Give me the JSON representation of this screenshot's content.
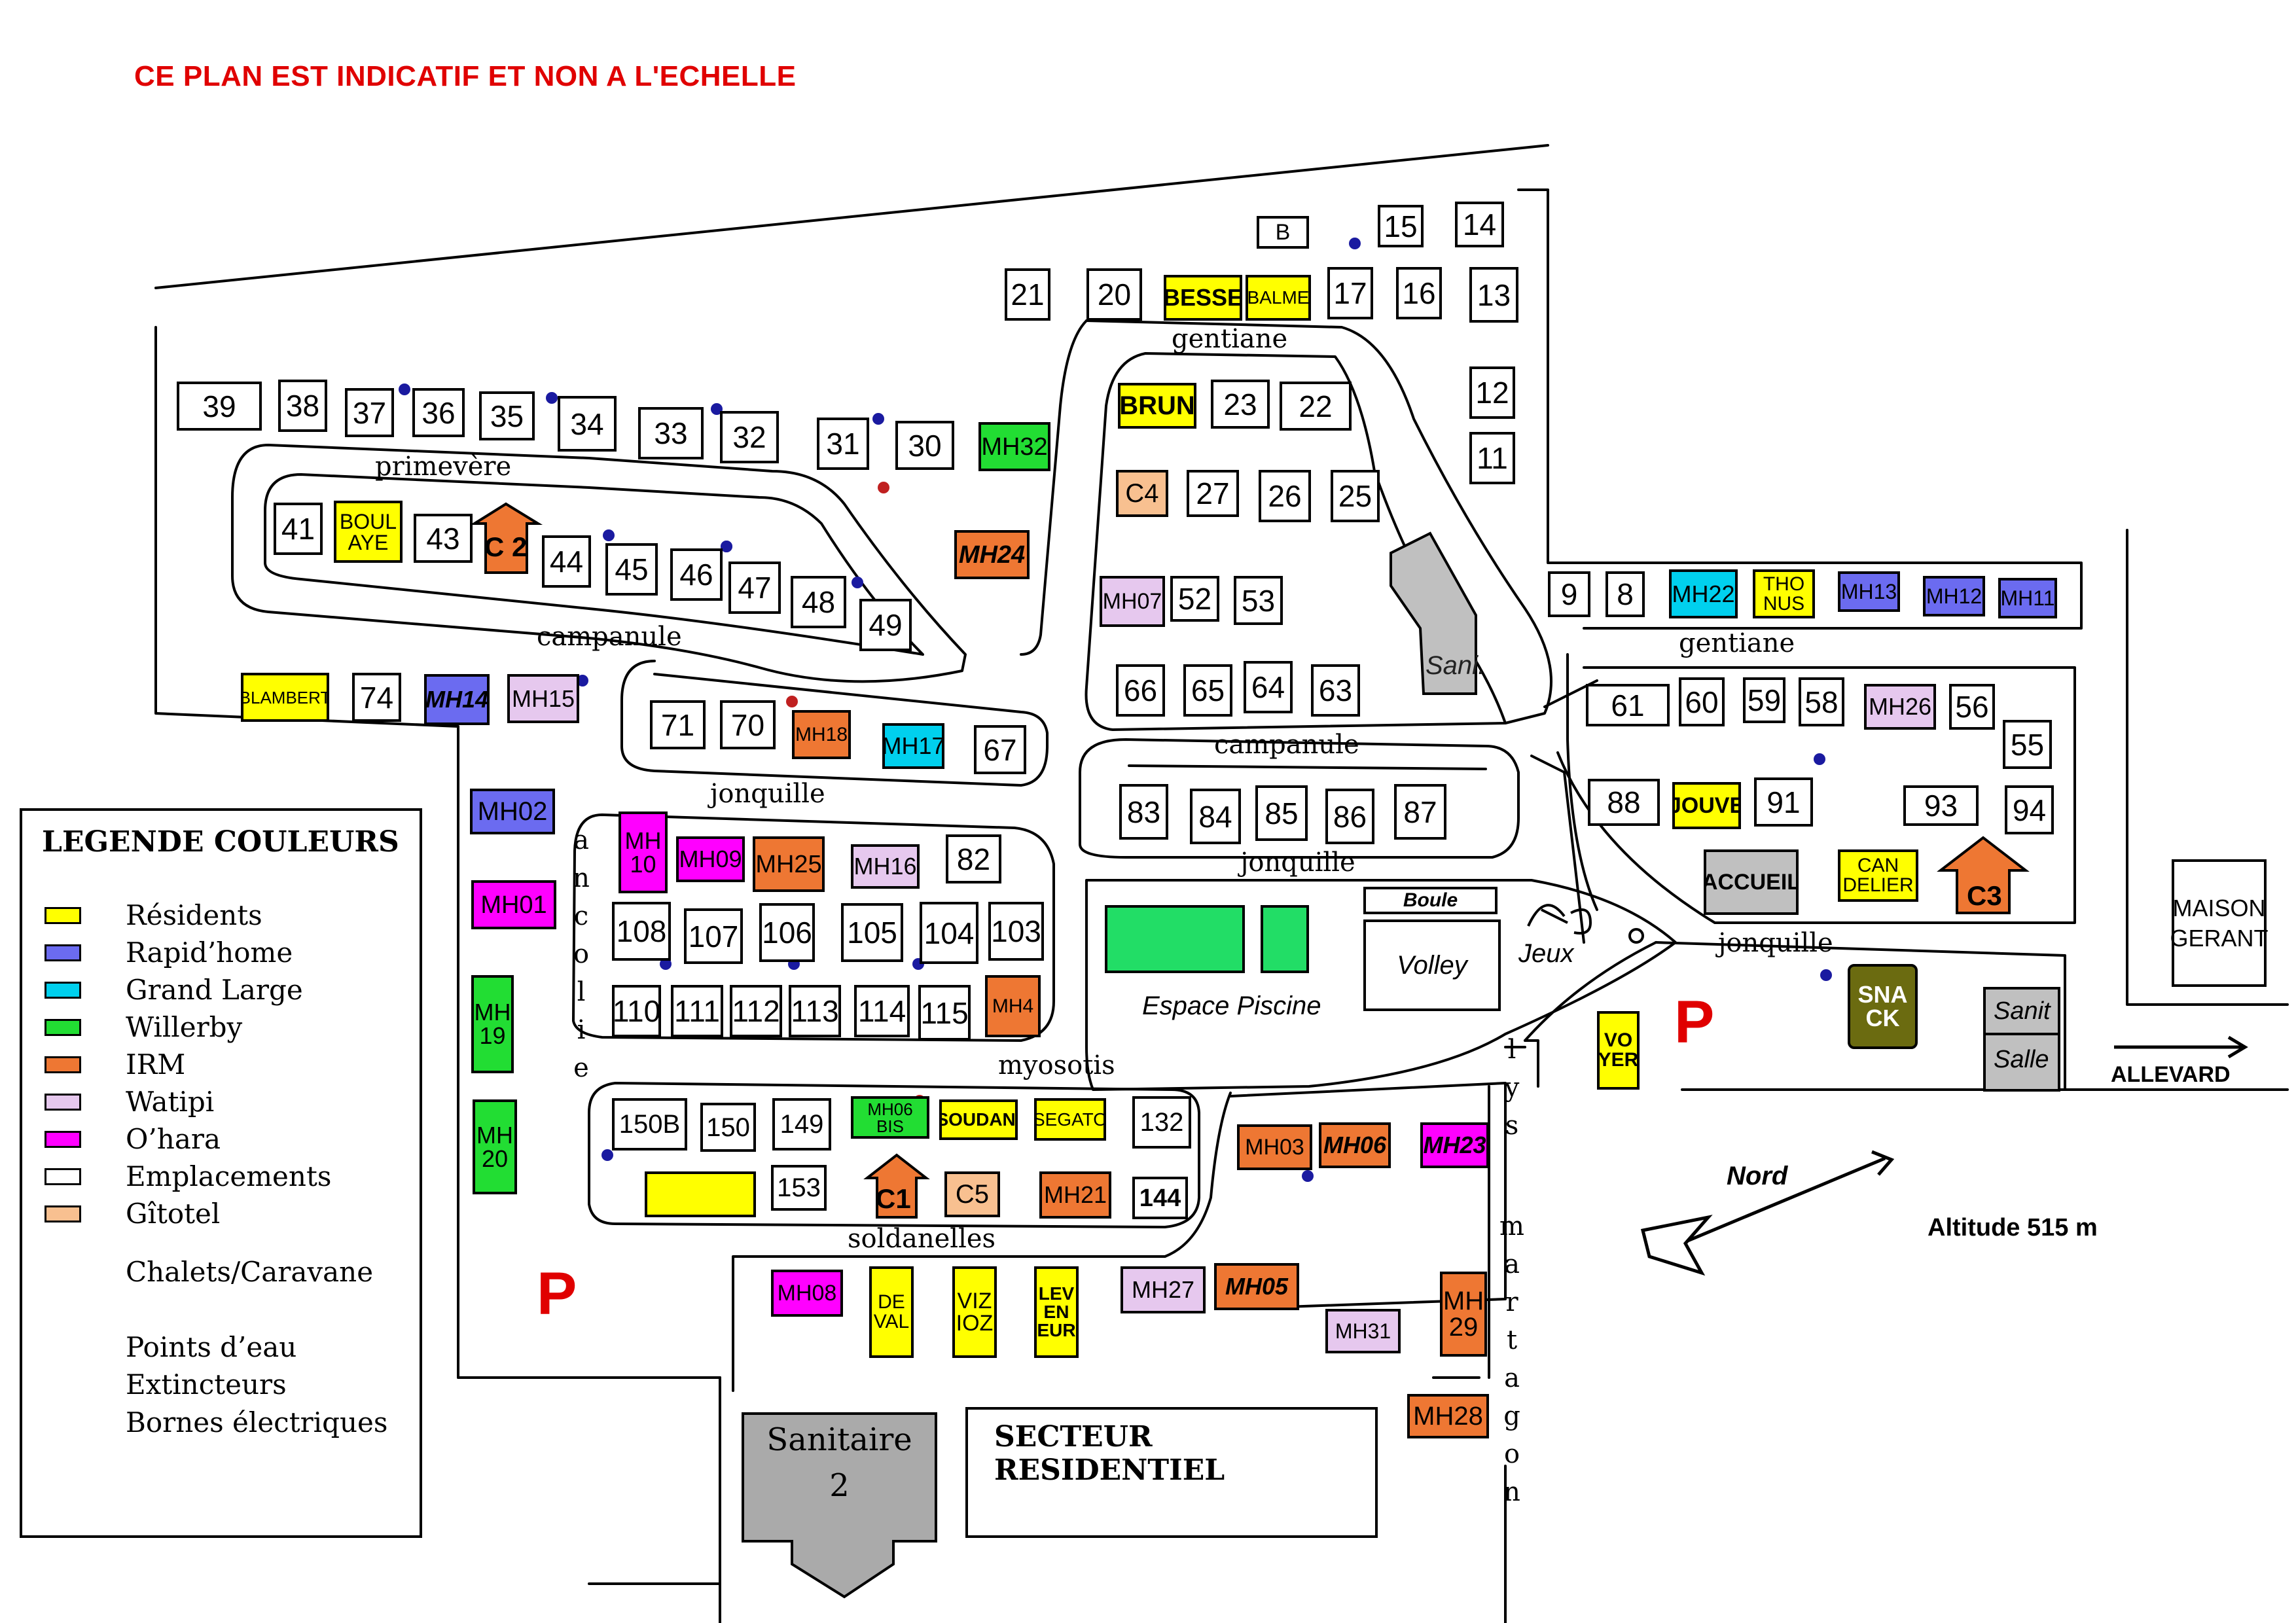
{
  "title": "CE PLAN EST INDICATIF ET NON A L'ECHELLE",
  "colors": {
    "residents": "#ffff00",
    "rapid_home": "#6b6bf0",
    "grand_large": "#00d0ee",
    "willerby": "#22dd33",
    "irm": "#ee7733",
    "watipi": "#e6c8ee",
    "ohara": "#ff00ff",
    "emplacements": "#ffffff",
    "gitotel": "#f8c090",
    "gris": "#c0c0c0",
    "olive": "#6b6b10",
    "red": "#e00000"
  },
  "legend": {
    "title": "LEGENDE COULEURS",
    "items": [
      {
        "label": "Résidents",
        "color": "#ffff00"
      },
      {
        "label": "Rapid’home",
        "color": "#6b6bf0"
      },
      {
        "label": "Grand Large",
        "color": "#00d0ee"
      },
      {
        "label": "Willerby",
        "color": "#22dd33"
      },
      {
        "label": "IRM",
        "color": "#ee7733"
      },
      {
        "label": "Watipi",
        "color": "#e6c8ee"
      },
      {
        "label": "O’hara",
        "color": "#ff00ff"
      },
      {
        "label": "Emplacements",
        "color": "#ffffff"
      },
      {
        "label": "Gîtotel",
        "color": "#f8c090"
      }
    ],
    "chalets_label": "Chalets/Caravane",
    "water_label": "Points d’eau",
    "extinguisher_label": "Extincteurs",
    "electric_label": "Bornes électriques"
  },
  "streets": {
    "gentiane_top": "gentiane",
    "gentiane_right": "gentiane",
    "primevere": "primevère",
    "campanule_left": "campanule",
    "campanule_mid": "campanule",
    "jonquille_left": "jonquille",
    "jonquille_mid": "jonquille",
    "jonquille_right": "jonquille",
    "myosotis": "myosotis",
    "soldanelles": "soldanelles"
  },
  "vertical_streets": {
    "ancolie": [
      "a",
      "n",
      "c",
      "o",
      "l",
      "i",
      "e"
    ],
    "lys": [
      "l",
      "y",
      "s"
    ],
    "martagon": [
      "m",
      "a",
      "r",
      "t",
      "a",
      "g",
      "o",
      "n"
    ]
  },
  "parking": "P",
  "facilities": {
    "espace_piscine": "Espace Piscine",
    "boule": "Boule",
    "volley": "Volley",
    "jeux": "Jeux",
    "sanitaire_2": "Sanitaire\n2",
    "secteur": "SECTEUR RESIDENTIEL",
    "maison_gerant": "MAISON\nGERANT",
    "allevard": "ALLEVARD",
    "nord": "Nord",
    "altitude": "Altitude 515 m",
    "sanit": "Sanit",
    "salle": "Salle",
    "sani": "Sani."
  },
  "chalets": [
    {
      "id": "c2",
      "label": "C 2"
    },
    {
      "id": "c1",
      "label": "C1"
    },
    {
      "id": "c3",
      "label": "C3"
    }
  ],
  "lots": [
    {
      "label": "B",
      "type": "emplacements"
    },
    {
      "label": "15",
      "type": "emplacements"
    },
    {
      "label": "14",
      "type": "emplacements"
    },
    {
      "label": "21",
      "type": "emplacements"
    },
    {
      "label": "20",
      "type": "emplacements"
    },
    {
      "label": "BESSE",
      "type": "residents"
    },
    {
      "label": "BALME",
      "type": "residents"
    },
    {
      "label": "17",
      "type": "emplacements"
    },
    {
      "label": "16",
      "type": "emplacements"
    },
    {
      "label": "13",
      "type": "emplacements"
    },
    {
      "label": "39",
      "type": "emplacements"
    },
    {
      "label": "38",
      "type": "emplacements"
    },
    {
      "label": "37",
      "type": "emplacements"
    },
    {
      "label": "36",
      "type": "emplacements"
    },
    {
      "label": "35",
      "type": "emplacements"
    },
    {
      "label": "34",
      "type": "emplacements"
    },
    {
      "label": "33",
      "type": "emplacements"
    },
    {
      "label": "32",
      "type": "emplacements"
    },
    {
      "label": "31",
      "type": "emplacements"
    },
    {
      "label": "30",
      "type": "emplacements"
    },
    {
      "label": "MH32",
      "type": "willerby"
    },
    {
      "label": "BRUN",
      "type": "residents"
    },
    {
      "label": "23",
      "type": "emplacements"
    },
    {
      "label": "22",
      "type": "emplacements"
    },
    {
      "label": "12",
      "type": "emplacements"
    },
    {
      "label": "11",
      "type": "emplacements"
    },
    {
      "label": "41",
      "type": "emplacements"
    },
    {
      "label": "BOUL\nAYE",
      "type": "residents"
    },
    {
      "label": "43",
      "type": "emplacements"
    },
    {
      "label": "44",
      "type": "emplacements"
    },
    {
      "label": "45",
      "type": "emplacements"
    },
    {
      "label": "46",
      "type": "emplacements"
    },
    {
      "label": "47",
      "type": "emplacements"
    },
    {
      "label": "48",
      "type": "emplacements"
    },
    {
      "label": "49",
      "type": "emplacements"
    },
    {
      "label": "MH24",
      "type": "irm"
    },
    {
      "label": "C4",
      "type": "gitotel"
    },
    {
      "label": "27",
      "type": "emplacements"
    },
    {
      "label": "26",
      "type": "emplacements"
    },
    {
      "label": "25",
      "type": "emplacements"
    },
    {
      "label": "MH07",
      "type": "watipi"
    },
    {
      "label": "52",
      "type": "emplacements"
    },
    {
      "label": "53",
      "type": "emplacements"
    },
    {
      "label": "9",
      "type": "emplacements"
    },
    {
      "label": "8",
      "type": "emplacements"
    },
    {
      "label": "MH22",
      "type": "grand_large"
    },
    {
      "label": "THO\nNUS",
      "type": "residents"
    },
    {
      "label": "MH13",
      "type": "rapid_home"
    },
    {
      "label": "MH12",
      "type": "rapid_home"
    },
    {
      "label": "MH11",
      "type": "rapid_home"
    },
    {
      "label": "BLAMBERT",
      "type": "residents"
    },
    {
      "label": "74",
      "type": "emplacements"
    },
    {
      "label": "MH14",
      "type": "rapid_home"
    },
    {
      "label": "MH15",
      "type": "watipi"
    },
    {
      "label": "71",
      "type": "emplacements"
    },
    {
      "label": "70",
      "type": "emplacements"
    },
    {
      "label": "MH18",
      "type": "irm"
    },
    {
      "label": "MH17",
      "type": "grand_large"
    },
    {
      "label": "67",
      "type": "emplacements"
    },
    {
      "label": "66",
      "type": "emplacements"
    },
    {
      "label": "65",
      "type": "emplacements"
    },
    {
      "label": "64",
      "type": "emplacements"
    },
    {
      "label": "63",
      "type": "emplacements"
    },
    {
      "label": "61",
      "type": "emplacements"
    },
    {
      "label": "60",
      "type": "emplacements"
    },
    {
      "label": "59",
      "type": "emplacements"
    },
    {
      "label": "58",
      "type": "emplacements"
    },
    {
      "label": "MH26",
      "type": "watipi"
    },
    {
      "label": "56",
      "type": "emplacements"
    },
    {
      "label": "55",
      "type": "emplacements"
    },
    {
      "label": "MH02",
      "type": "rapid_home"
    },
    {
      "label": "MH\n10",
      "type": "ohara"
    },
    {
      "label": "MH09",
      "type": "ohara"
    },
    {
      "label": "MH25",
      "type": "irm"
    },
    {
      "label": "MH16",
      "type": "watipi"
    },
    {
      "label": "82",
      "type": "emplacements"
    },
    {
      "label": "83",
      "type": "emplacements"
    },
    {
      "label": "84",
      "type": "emplacements"
    },
    {
      "label": "85",
      "type": "emplacements"
    },
    {
      "label": "86",
      "type": "emplacements"
    },
    {
      "label": "87",
      "type": "emplacements"
    },
    {
      "label": "88",
      "type": "emplacements"
    },
    {
      "label": "JOUVE",
      "type": "residents"
    },
    {
      "label": "91",
      "type": "emplacements"
    },
    {
      "label": "93",
      "type": "emplacements"
    },
    {
      "label": "94",
      "type": "emplacements"
    },
    {
      "label": "MH01",
      "type": "ohara"
    },
    {
      "label": "108",
      "type": "emplacements"
    },
    {
      "label": "107",
      "type": "emplacements"
    },
    {
      "label": "106",
      "type": "emplacements"
    },
    {
      "label": "105",
      "type": "emplacements"
    },
    {
      "label": "104",
      "type": "emplacements"
    },
    {
      "label": "103",
      "type": "emplacements"
    },
    {
      "label": "ACCUEIL",
      "type": "gris"
    },
    {
      "label": "CAN\nDELIER",
      "type": "residents"
    },
    {
      "label": "MH\n19",
      "type": "willerby"
    },
    {
      "label": "110",
      "type": "emplacements"
    },
    {
      "label": "111",
      "type": "emplacements"
    },
    {
      "label": "112",
      "type": "emplacements"
    },
    {
      "label": "113",
      "type": "emplacements"
    },
    {
      "label": "114",
      "type": "emplacements"
    },
    {
      "label": "115",
      "type": "emplacements"
    },
    {
      "label": "MH4",
      "type": "irm"
    },
    {
      "label": "VO\nYER",
      "type": "residents"
    },
    {
      "label": "SNA\nCK",
      "type": "olive"
    },
    {
      "label": "MH\n20",
      "type": "willerby"
    },
    {
      "label": "150B",
      "type": "emplacements"
    },
    {
      "label": "150",
      "type": "emplacements"
    },
    {
      "label": "149",
      "type": "emplacements"
    },
    {
      "label": "MH06\nBIS",
      "type": "willerby"
    },
    {
      "label": "SOUDANI",
      "type": "residents"
    },
    {
      "label": "SEGATO",
      "type": "residents"
    },
    {
      "label": "132",
      "type": "emplacements"
    },
    {
      "label": "MH03",
      "type": "irm"
    },
    {
      "label": "MH06",
      "type": "irm"
    },
    {
      "label": "MH23",
      "type": "ohara"
    },
    {
      "label": "",
      "type": "residents"
    },
    {
      "label": "153",
      "type": "emplacements"
    },
    {
      "label": "C5",
      "type": "gitotel"
    },
    {
      "label": "MH21",
      "type": "irm"
    },
    {
      "label": "144",
      "type": "emplacements"
    },
    {
      "label": "MH08",
      "type": "ohara"
    },
    {
      "label": "DE\nVAL",
      "type": "residents"
    },
    {
      "label": "VIZ\nIOZ",
      "type": "residents"
    },
    {
      "label": "LEV\nEN\nEUR",
      "type": "residents"
    },
    {
      "label": "MH27",
      "type": "watipi"
    },
    {
      "label": "MH05",
      "type": "irm"
    },
    {
      "label": "MH31",
      "type": "watipi"
    },
    {
      "label": "MH\n29",
      "type": "irm"
    },
    {
      "label": "MH28",
      "type": "irm"
    }
  ]
}
